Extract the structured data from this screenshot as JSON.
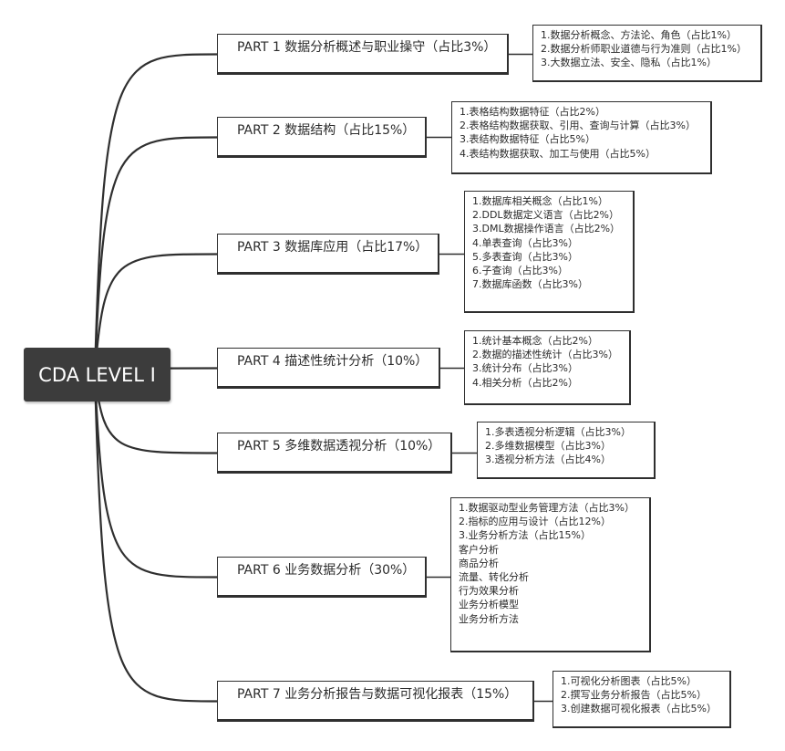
{
  "root": {
    "label": "CDA LEVEL I"
  },
  "parts": [
    {
      "title": "PART 1 数据分析概述与职业操守（占比3%）",
      "items": [
        "1.数据分析概念、方法论、角色（占比1%）",
        "2.数据分析师职业道德与行为准则（占比1%）",
        "3.大数据立法、安全、隐私（占比1%）"
      ]
    },
    {
      "title": "PART 2 数据结构（占比15%）",
      "items": [
        "1.表格结构数据特征（占比2%）",
        "2.表格结构数据获取、引用、查询与计算（占比3%）",
        "3.表结构数据特征（占比5%）",
        "4.表结构数据获取、加工与使用（占比5%）"
      ]
    },
    {
      "title": "PART 3 数据库应用（占比17%）",
      "items": [
        "1.数据库相关概念（占比1%）",
        "2.DDL数据定义语言（占比2%）",
        "3.DML数据操作语言（占比2%）",
        "4.单表查询（占比3%）",
        "5.多表查询（占比3%）",
        "6.子查询（占比3%）",
        "7.数据库函数（占比3%）"
      ]
    },
    {
      "title": "PART 4 描述性统计分析（10%）",
      "items": [
        "1.统计基本概念（占比2%）",
        "2.数据的描述性统计（占比3%）",
        "3.统计分布（占比3%）",
        "4.相关分析（占比2%）"
      ]
    },
    {
      "title": "PART 5 多维数据透视分析（10%）",
      "items": [
        "1.多表透视分析逻辑（占比3%）",
        "2.多维数据模型（占比3%）",
        "3.透视分析方法（占比4%）"
      ]
    },
    {
      "title": "PART 6 业务数据分析（30%）",
      "items": [
        "1.数据驱动型业务管理方法（占比3%）",
        "2.指标的应用与设计（占比12%）",
        "3.业务分析方法（占比15%）",
        "客户分析",
        "商品分析",
        "流量、转化分析",
        "行为效果分析",
        "业务分析模型",
        "业务分析方法"
      ]
    },
    {
      "title": "PART 7 业务分析报告与数据可视化报表（15%）",
      "items": [
        "1.可视化分析图表（占比5%）",
        "2.撰写业务分析报告（占比5%）",
        "3.创建数据可视化报表（占比5%）"
      ]
    }
  ],
  "colors": {
    "root_bg": "#3c3c3c",
    "line": "#2f2f2f"
  }
}
